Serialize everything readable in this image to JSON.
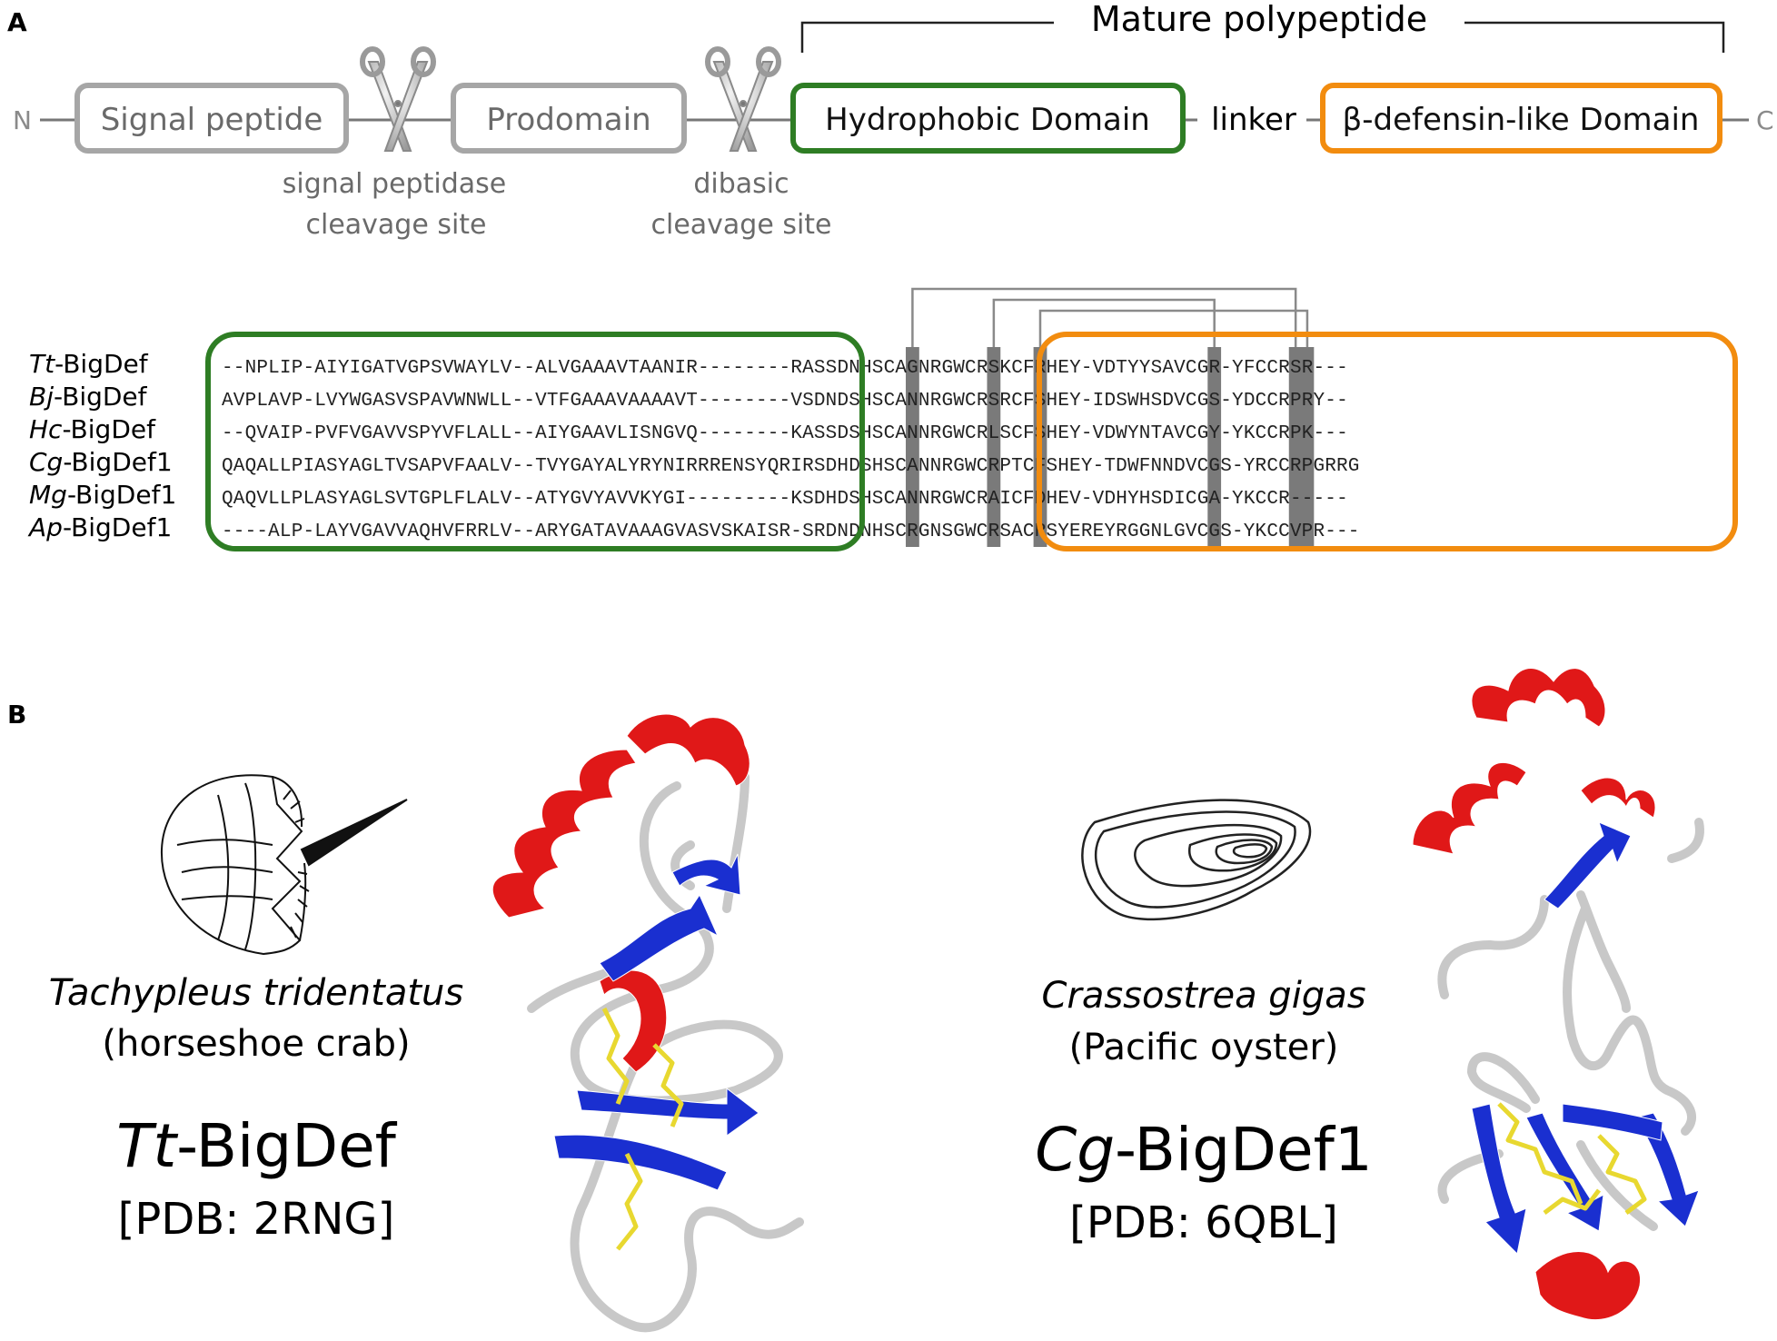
{
  "panels": {
    "a_label": "A",
    "b_label": "B"
  },
  "domain_bar": {
    "n_label": "N",
    "c_label": "C",
    "mature_label": "Mature polypeptide",
    "boxes": {
      "signal": "Signal peptide",
      "prodomain": "Prodomain",
      "hydrophobic": "Hydrophobic Domain",
      "linker": "linker",
      "defensin": "β-defensin-like Domain"
    },
    "cleavage": {
      "signal_line1": "signal peptidase",
      "signal_line2": "cleavage site",
      "dibasic_line1": "dibasic",
      "dibasic_line2": "cleavage site"
    }
  },
  "alignment": {
    "rows": [
      {
        "prefix": "Tt",
        "suffix": "-BigDef",
        "seq": "--NPLIP-AIYIGATVGPSVWAYLV--ALVGAAAVTAANIR--------RASSDNHSCAGNRGWCRSKCFRHEY-VDTYYSAVCGR-YFCCRSR---"
      },
      {
        "prefix": "Bj",
        "suffix": "-BigDef",
        "seq": "AVPLAVP-LVYWGASVSPAVWNWLL--VTFGAAAVAAAAVT--------VSDNDSHSCANNRGWCRSRCFSHEY-IDSWHSDVCGS-YDCCRPRY--"
      },
      {
        "prefix": "Hc",
        "suffix": "-BigDef",
        "seq": "--QVAIP-PVFVGAVVSPYVFLALL--AIYGAAVLISNGVQ--------KASSDSHSCANNRGWCRLSCFSHEY-VDWYNTAVCGY-YKCCRPK---"
      },
      {
        "prefix": "Cg",
        "suffix": "-BigDef1",
        "seq": "QAQALLPIASYAGLTVSAPVFAALV--TVYGAYALYRYNIRRRENSYQRIRSDHDSHSCANNRGWCRPTCFSHEY-TDWFNNDVCGS-YRCCRPGRRG"
      },
      {
        "prefix": "Mg",
        "suffix": "-BigDef1",
        "seq": "QAQVLLPLASYAGLSVTGPLFLALV--ATYGVYAVVKYGI---------KSDHDSHSCANNRGWCRAICFDHEV-VDHYHSDICGA-YKCCR-----"
      },
      {
        "prefix": "Ap",
        "suffix": "-BigDef1",
        "seq": "----ALP-LAYVGAVVAQHVFRRLV--ARYGATAVAAAGVASVSKAISR-SRDNDNHSCRGNSGWCRSACRSYEREYRGGNLGVCGS-YKCCVPR---"
      }
    ],
    "cysteine_columns": [
      59,
      66,
      70,
      85,
      92,
      93
    ],
    "disulfide_pairs": [
      [
        59,
        92
      ],
      [
        66,
        85
      ],
      [
        70,
        93
      ]
    ]
  },
  "structures": [
    {
      "species": "Tachypleus tridentatus",
      "common_name": "(horseshoe crab)",
      "protein_prefix": "Tt",
      "protein_suffix": "-BigDef",
      "pdb": "[PDB: 2RNG]"
    },
    {
      "species": "Crassostrea gigas",
      "common_name": "(Pacific oyster)",
      "protein_prefix": "Cg",
      "protein_suffix": "-BigDef1",
      "pdb": "[PDB: 6QBL]"
    }
  ],
  "colors": {
    "hydrophobic": "#2e7d24",
    "defensin": "#f28c0f",
    "grey_box": "#a6a6a6",
    "cysteine": "#7a7a7a",
    "helix": "#e01818",
    "strand": "#1a2fd0",
    "coil": "#c8c8c8",
    "disulfide": "#e8d830"
  }
}
